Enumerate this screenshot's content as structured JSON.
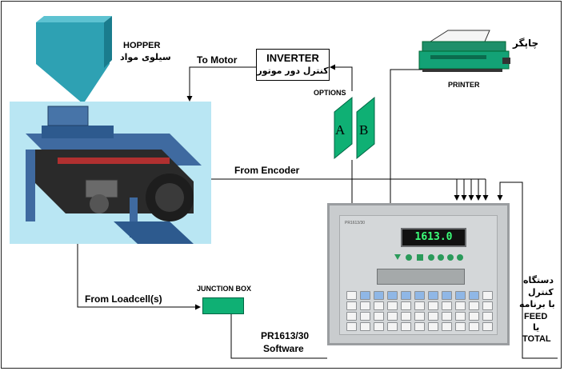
{
  "labels": {
    "hopper": "HOPPER",
    "hopper_fa": "سیلوی مواد",
    "to_motor": "To Motor",
    "inverter": "INVERTER",
    "inverter_fa": "کنترل دور موتور",
    "options": "OPTIONS",
    "option_a": "A",
    "option_b": "B",
    "printer_fa": "چاپگر",
    "printer": "PRINTER",
    "from_encoder": "From Encoder",
    "from_loadcell": "From Loadcell(s)",
    "junction_box": "JUNCTION BOX",
    "software_line1": "PR1613/30",
    "software_line2": "Software",
    "device_fa_1": "دستگاه",
    "device_fa_2": "کنترل",
    "device_fa_3": "با برنامه",
    "device_feed": "FEED",
    "device_or": "یا",
    "device_total": "TOTAL"
  },
  "controller": {
    "display_value": "1613.0",
    "brand": "PR1613/30"
  },
  "colors": {
    "hopper": "#2ea1b3",
    "junction_box": "#0fb074",
    "option_card": "#0fb074",
    "photo_bg": "#b9e6f3",
    "display_digits": "#3cff7a"
  }
}
